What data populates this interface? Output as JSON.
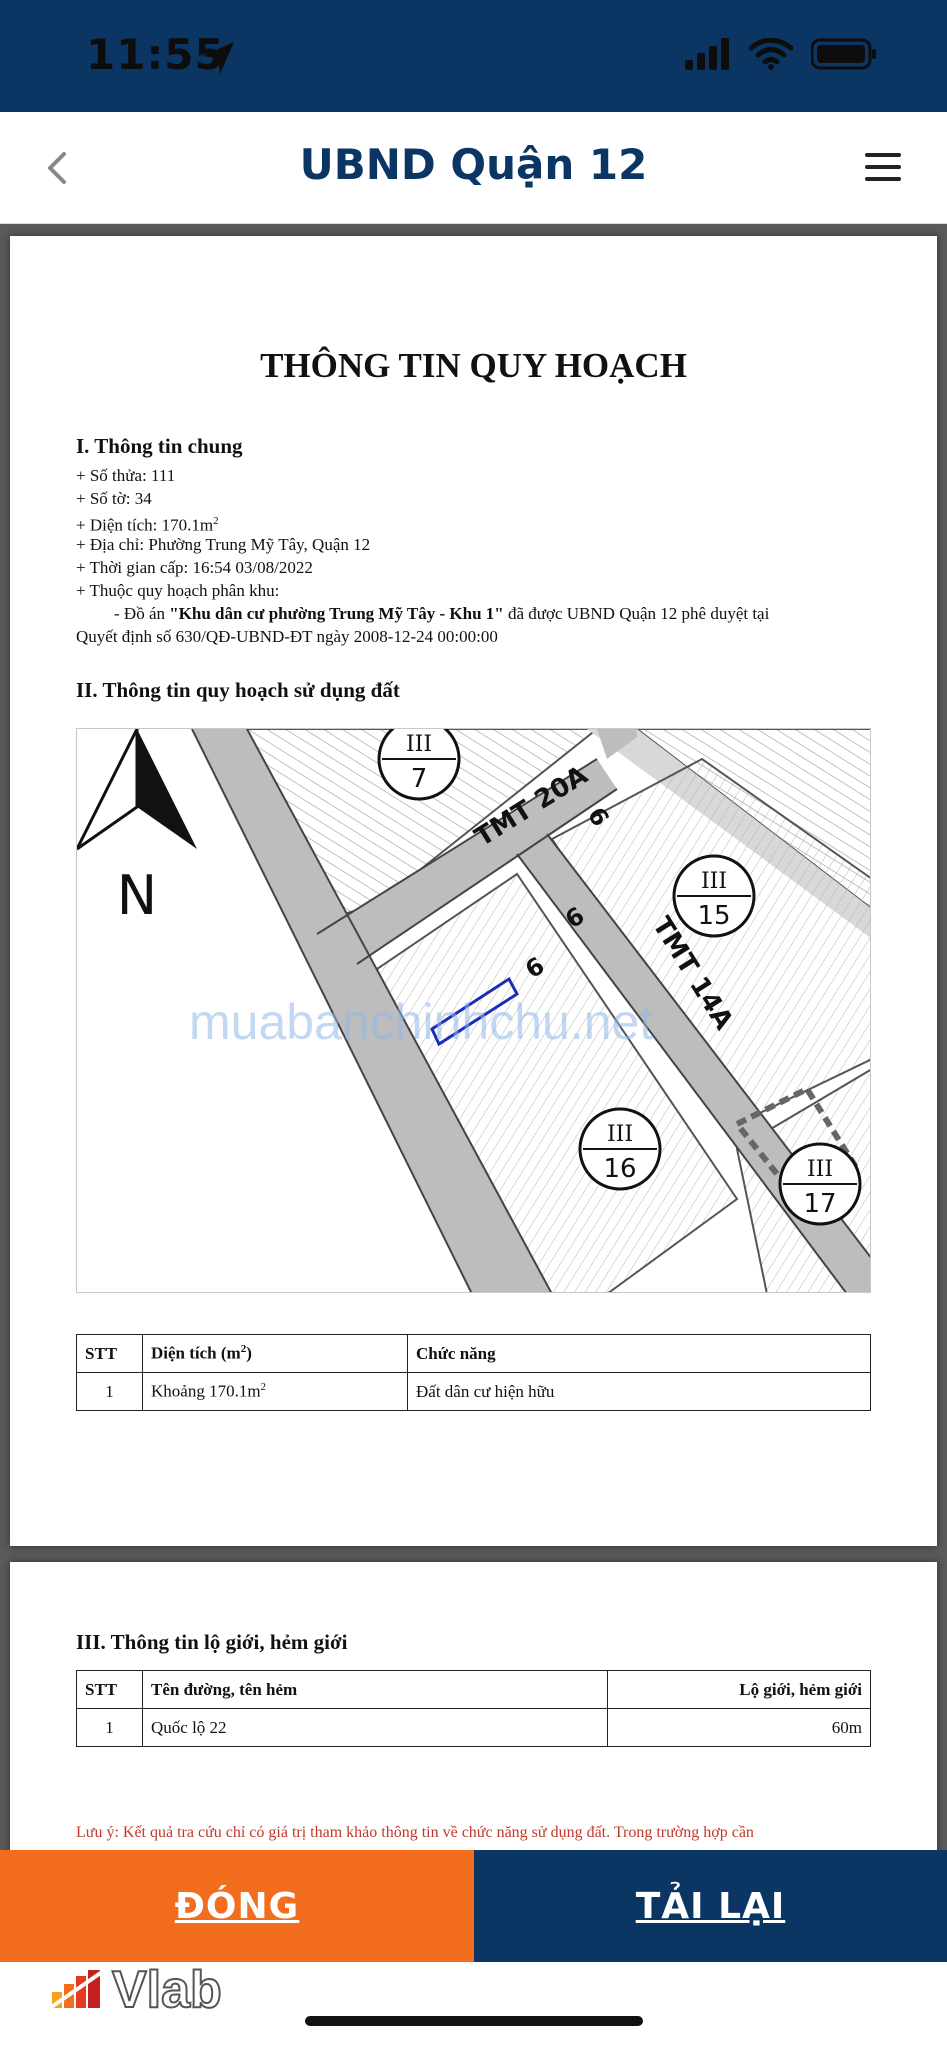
{
  "status_bar": {
    "time": "11:55"
  },
  "header": {
    "title": "UBND Quận 12"
  },
  "document": {
    "title": "THÔNG TIN QUY HOẠCH",
    "section1": {
      "title": "I. Thông tin chung",
      "lot_number": "+ Số thửa: 111",
      "sheet_number": "+ Số tờ: 34",
      "area_prefix": "+ Diện tích: 170.1m",
      "area_sup": "2",
      "address": "+ Địa chỉ: Phường Trung Mỹ Tây, Quận 12",
      "issue_time": "+ Thời gian cấp: 16:54 03/08/2022",
      "zone_label": "+ Thuộc quy hoạch phân khu:",
      "project_prefix": "- Đồ án ",
      "project_name": "\"Khu dân cư phường Trung Mỹ Tây - Khu 1\"",
      "project_suffix": " đã được UBND Quận 12 phê duyệt tại",
      "decision": "Quyết định số 630/QĐ-UBND-ĐT ngày 2008-12-24 00:00:00"
    },
    "section2": {
      "title": "II. Thông tin quy hoạch sử dụng đất",
      "map": {
        "north": "N",
        "road1": "TMT 20A",
        "road2": "TMT 14A",
        "width_label": "6",
        "zone7_top": "III",
        "zone7_num": "7",
        "zone15_top": "III",
        "zone15_num": "15",
        "zone16_top": "III",
        "zone16_num": "16",
        "zone17_top": "III",
        "zone17_num": "17",
        "watermark": "muabanchinhchu.net"
      },
      "table": {
        "headers": [
          "STT",
          "Diện tích (m",
          "Chức năng"
        ],
        "header_sup": "2",
        "row": {
          "stt": "1",
          "area": "Khoảng 170.1m",
          "area_sup": "2",
          "function": "Đất dân cư hiện hữu"
        }
      }
    },
    "section3": {
      "title": "III. Thông tin lộ giới, hẻm giới",
      "table": {
        "headers": [
          "STT",
          "Tên đường, tên hẻm",
          "Lộ giới, hẻm giới"
        ],
        "row": {
          "stt": "1",
          "name": "Quốc lộ 22",
          "width": "60m"
        }
      }
    },
    "note": "Lưu ý: Kết quả tra cứu chỉ có giá trị tham khảo thông tin về chức năng sử dụng đất. Trong trường hợp cần"
  },
  "buttons": {
    "close": "ĐÓNG",
    "reload": "TẢI LẠI"
  },
  "logo": {
    "text": "Vlab"
  },
  "colors": {
    "navy": "#0b3563",
    "orange": "#f26e1e",
    "note_red": "#c0392b"
  }
}
